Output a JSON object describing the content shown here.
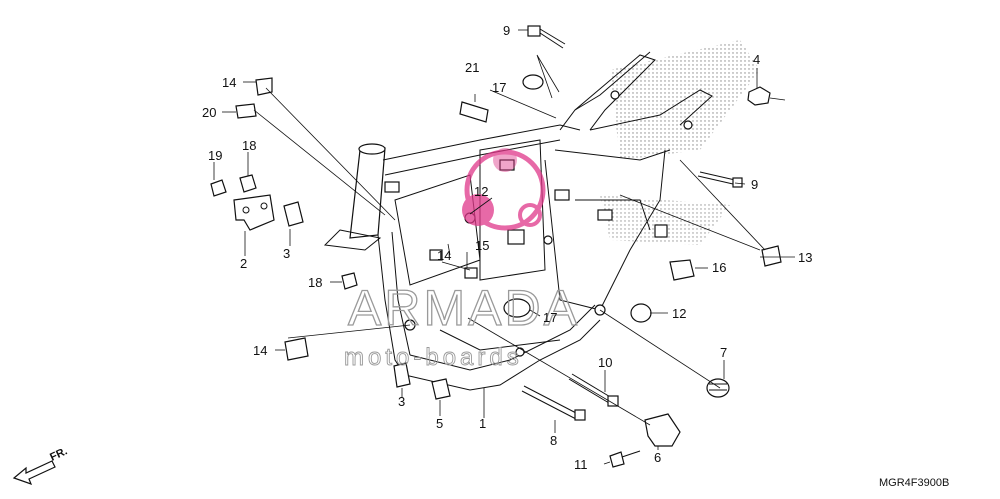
{
  "watermark": {
    "main": "ARMADA",
    "sub": "moto-boards"
  },
  "diagram_code": "MGR4F3900B",
  "direction_label": "FR.",
  "colors": {
    "line": "#111111",
    "watermark_outline": "#9a9a9a",
    "logo_pink": "#e0388a"
  },
  "callouts": [
    {
      "id": "c9a",
      "label": "9"
    },
    {
      "id": "c21",
      "label": "21"
    },
    {
      "id": "c17a",
      "label": "17"
    },
    {
      "id": "c4",
      "label": "4"
    },
    {
      "id": "c14a",
      "label": "14"
    },
    {
      "id": "c20",
      "label": "20"
    },
    {
      "id": "c19",
      "label": "19"
    },
    {
      "id": "c18a",
      "label": "18"
    },
    {
      "id": "c12a",
      "label": "12"
    },
    {
      "id": "c9b",
      "label": "9"
    },
    {
      "id": "c3a",
      "label": "3"
    },
    {
      "id": "c2",
      "label": "2"
    },
    {
      "id": "c15",
      "label": "15"
    },
    {
      "id": "c14b",
      "label": "14"
    },
    {
      "id": "c13",
      "label": "13"
    },
    {
      "id": "c16",
      "label": "16"
    },
    {
      "id": "c18b",
      "label": "18"
    },
    {
      "id": "c12b",
      "label": "12"
    },
    {
      "id": "c17b",
      "label": "17"
    },
    {
      "id": "c14c",
      "label": "14"
    },
    {
      "id": "c7",
      "label": "7"
    },
    {
      "id": "c10",
      "label": "10"
    },
    {
      "id": "c3b",
      "label": "3"
    },
    {
      "id": "c5",
      "label": "5"
    },
    {
      "id": "c1",
      "label": "1"
    },
    {
      "id": "c8",
      "label": "8"
    },
    {
      "id": "c11",
      "label": "11"
    },
    {
      "id": "c6",
      "label": "6"
    }
  ]
}
